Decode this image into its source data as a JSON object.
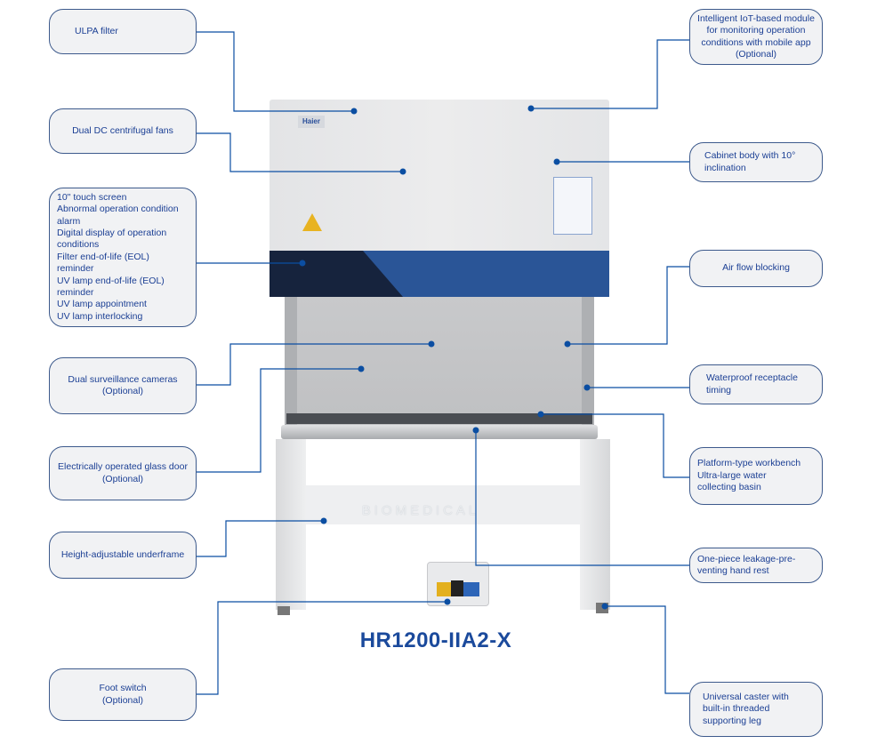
{
  "model": "HR1200-IIA2-X",
  "brand_lettering": "BIOMEDICAL",
  "logo": "Haier",
  "colors": {
    "accent": "#0b4ea2",
    "text": "#1b3f94",
    "box_bg": "#f1f2f4",
    "panel_blue": "#2a5597",
    "panel_dark": "#16233d"
  },
  "callouts_left": [
    {
      "text": "ULPA filter"
    },
    {
      "text": "Dual DC centrifugal fans"
    },
    {
      "text": "10\" touch screen\nAbnormal operation condition\nalarm\nDigital display of operation\nconditions\nFilter end-of-life (EOL) reminder\nUV lamp end-of-life (EOL)\nreminder\nUV lamp appointment\nUV lamp interlocking"
    },
    {
      "text": "Dual surveillance cameras\n(Optional)"
    },
    {
      "text": "Electrically operated glass door\n(Optional)"
    },
    {
      "text": "Height-adjustable underframe"
    },
    {
      "text": "Foot switch\n(Optional)"
    }
  ],
  "callouts_right": [
    {
      "text": "Intelligent IoT-based module\nfor monitoring operation\nconditions with mobile app\n(Optional)"
    },
    {
      "text": "Cabinet body with 10°\ninclination"
    },
    {
      "text": "Air flow blocking"
    },
    {
      "text": "Waterproof receptacle\ntiming"
    },
    {
      "text": "Platform-type workbench\nUltra-large water\ncollecting basin"
    },
    {
      "text": "One-piece leakage-pre-\nventing hand rest"
    },
    {
      "text": "Universal caster with\nbuilt-in threaded\nsupporting leg"
    }
  ]
}
